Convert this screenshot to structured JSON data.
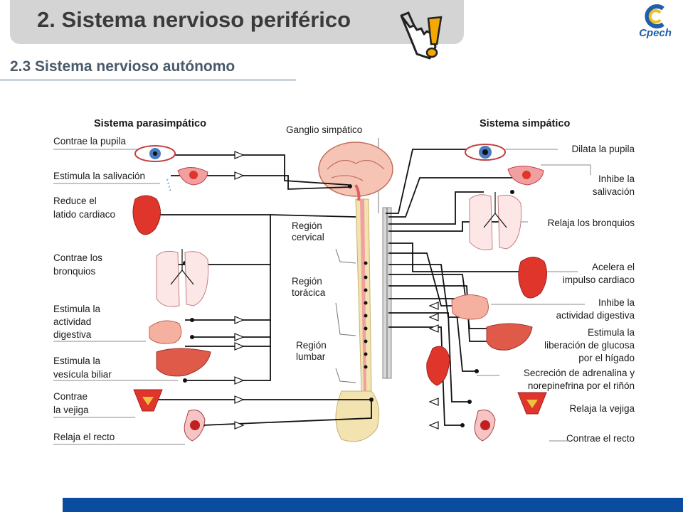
{
  "header": {
    "title": "2. Sistema nervioso periférico",
    "subtitle": "2.3 Sistema nervioso autónomo",
    "logo_text": "Cpech"
  },
  "diagram": {
    "parasympathetic_title": "Sistema parasimpático",
    "sympathetic_title": "Sistema simpático",
    "ganglion_label": "Ganglio simpático",
    "regions": [
      {
        "lines": [
          "Región",
          "cervical"
        ]
      },
      {
        "lines": [
          "Región",
          "torácica"
        ]
      },
      {
        "lines": [
          "Región",
          "lumbar"
        ]
      }
    ],
    "parasympathetic": [
      {
        "lines": [
          "Contrae la pupila"
        ]
      },
      {
        "lines": [
          "Estimula la salivación"
        ]
      },
      {
        "lines": [
          "Reduce el",
          "latido cardiaco"
        ]
      },
      {
        "lines": [
          "Contrae los",
          "bronquios"
        ]
      },
      {
        "lines": [
          "Estimula la",
          "actividad",
          "digestiva"
        ]
      },
      {
        "lines": [
          "Estimula la",
          "vesícula biliar"
        ]
      },
      {
        "lines": [
          "Contrae",
          "la vejiga"
        ]
      },
      {
        "lines": [
          "Relaja el recto"
        ]
      }
    ],
    "sympathetic": [
      {
        "lines": [
          "Dilata la pupila"
        ]
      },
      {
        "lines": [
          "Inhibe la",
          "salivación"
        ]
      },
      {
        "lines": [
          "Relaja los bronquios"
        ]
      },
      {
        "lines": [
          "Acelera el",
          "impulso cardiaco"
        ]
      },
      {
        "lines": [
          "Inhibe la",
          "actividad digestiva"
        ]
      },
      {
        "lines": [
          "Estimula la",
          "liberación de glucosa",
          "por el hígado"
        ]
      },
      {
        "lines": [
          "Secreción de adrenalina y",
          "norepinefrina por el riñón"
        ]
      },
      {
        "lines": [
          "Relaja la vejiga"
        ]
      },
      {
        "lines": [
          "Contrae el recto"
        ]
      }
    ]
  },
  "colors": {
    "title_tab": "#d4d4d4",
    "footer": "#0a4da0",
    "organ_red": "#e0352a",
    "spine": "#f3e3b0",
    "cord": "#f0a0a0"
  }
}
